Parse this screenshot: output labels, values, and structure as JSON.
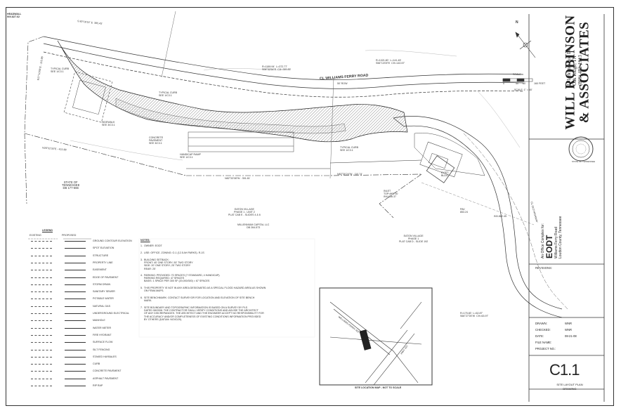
{
  "firm": {
    "name_line1": "WILL ROBINSON",
    "name_line2": "& ASSOCIATES",
    "address1": "131 Brantwood Dr.",
    "address2": "Oak Ridge, TN",
    "phone": "(865) 482-1913"
  },
  "seal": {
    "text": "STATE OF TENNESSEE"
  },
  "project": {
    "label": "An Office Complex for:",
    "name": "EODT",
    "road": "Williams Ferry Road",
    "county": "Loudon County, Tennessee"
  },
  "revisions": {
    "label": "REVISIONS:"
  },
  "titleblock": {
    "drawn_label": "DRAWN:",
    "drawn_value": "WNR",
    "checked_label": "CHECKED:",
    "checked_value": "WNR",
    "date_label": "DATE:",
    "date_value": "08-21-08",
    "file_label": "FILE NAME:",
    "file_value": "",
    "project_label": "PROJECT NO.:",
    "project_value": ""
  },
  "sheet": {
    "number": "C1.1",
    "title": "SITE LAYOUT PLAN",
    "sub": "DRAWING"
  },
  "scale": {
    "label": "SCALE",
    "text": "SCALE: 1\" = 40'",
    "ticks": [
      "0",
      "40",
      "80",
      "160 FEET"
    ]
  },
  "north": {
    "letter": "N"
  },
  "plan": {
    "road_name": "CL WILLIAMS FERRY ROAD",
    "row": "50' ROW",
    "cl_old_highway": "CL OLD HIGHWAY",
    "headwall": "HEADWALL\nINV-827.62",
    "state_of_tn": "STATE OF\nTENNESSEE\nDB 177-666",
    "eaton_village_1": "EATON VILLAGE\nPHASE 1 - UNIT 2\nPLAT CAB E - SLIDES 4 & 6",
    "millennium": "MILLENNIUM CAPITAL LLC\nDB 264-573",
    "eaton_village_2": "EATON VILLAGE\nPHASE 1\nPLAT CAB D - SLIDE 192",
    "exist_bldg": "EXIST.\nBLDG",
    "bearing_1": "S 80°16'15\" E  385.43'",
    "bearing_2": "N82°33'08\"W - 351.81'",
    "bearing_3": "N82°30'24\"W - 110.74'",
    "bearing_4": "N26°32'30\"E - 422.85'",
    "bearing_5": "N17°10'09\"E - 115.96'",
    "curve_1": "R=1189.94'  L=372.77'\nS08°32'54\"E  CH=389.85'",
    "curve_2": "R=1021.80'  L=141.45'\nS56°13'09\"E  CH=140.57'",
    "curve_3": "R=175.83'  L=62.87'\nS66°27'26\"W  CH=63.97'",
    "inlet": "INLET\nTOP=867.30\nINV-866.37",
    "handicap_ramp": "HANDICAP RAMP\nSEE 1/C3.1",
    "typical_curb": "TYPICAL CURB\nSEE 1/C3.1",
    "sidewalk": "SIDEWALK\nSEE 3/C3.1",
    "concrete": "CONCRETE\nPAVEMENT\nSEE 3/C3.1",
    "pav_1": "PAV\n853.24",
    "inv_1": "INV-862.45"
  },
  "legend": {
    "title": "LEGEND",
    "existing": "EXISTING",
    "proposed": "PROPOSED",
    "items": [
      "GROUND CONTOUR ELEVATION",
      "SPOT ELEVATION",
      "STRUCTURE",
      "PROPERTY LINE",
      "EASEMENT",
      "EDGE OF PAVEMENT",
      "STORM DRAIN",
      "SANITARY SEWER",
      "POTABLE WATER",
      "NATURAL GAS",
      "UNDERGROUND ELECTRICAL",
      "MANHOLE",
      "WATER METER",
      "FIRE HYDRANT",
      "SURFACE FLOW",
      "SILT FENCING",
      "STAKED HAYBALES",
      "CURB",
      "CONCRETE PAVEMENT",
      "ASPHALT PAVEMENT",
      "RIP RAP"
    ]
  },
  "notes": {
    "title": "NOTES:",
    "items": [
      "1.  OWNER: EODT",
      "2.  USE: OFFICE. ZONING: O-1 (12.5 AH PARKS). R-1S",
      "3.  BUILDING SETBACK:\n     FRONT: 40' ONE STORY; 50' TWO STORY\n     SIDE: 20' ONE STORY; 25' TWO STORY\n     REAR: 25'",
      "4.  PARKING: PROVIDED: 70 SPACES (7 STANDARD, 4 HANDICAP).\n     PARKING REQUIRED: 47 SPACES\n     BASIS: 1 SPACE PER 300 SF (20,000/300) = 67 SPACES",
      "5.  THIS PROPERTY IS NOT IN ANY AREA DESIGNATED AS A SPECIAL FLOOD HAZARD AREA AS SHOWN\n     ON FEMA MAPS.",
      "6.  SITE BENCHMARK: CONTACT SURVEYOR FOR LOCATION AND ELEVATION OF SITE BENCH\n     MARK.",
      "7.  SITE BOUNDARY AND TOPOGRAPHIC INFORMATION IS BASED ON A SURVEY BY PLS\n     DATED 08/2008. THE CONTRACTOR SHALL VERIFY CONDITIONS AND ADVISE THE ARCHITECT\n     OF ANY DISCREPANCIES. THE ARCHITECT AND THE ENGINEER ACCEPT NO RESPONSIBILITY FOR\n     THE ACCURACY AND/OR COMPLETENESS OF EXISTING CONDITIONS INFORMATION PROVIDED\n     BY OTHERS (DATUM: NGVD29)."
    ]
  },
  "location_map": {
    "caption": "SITE LOCATION MAP - NOT TO SCALE",
    "road1": "WILLIAMS FERRY RD",
    "road2": "HWY 321"
  }
}
